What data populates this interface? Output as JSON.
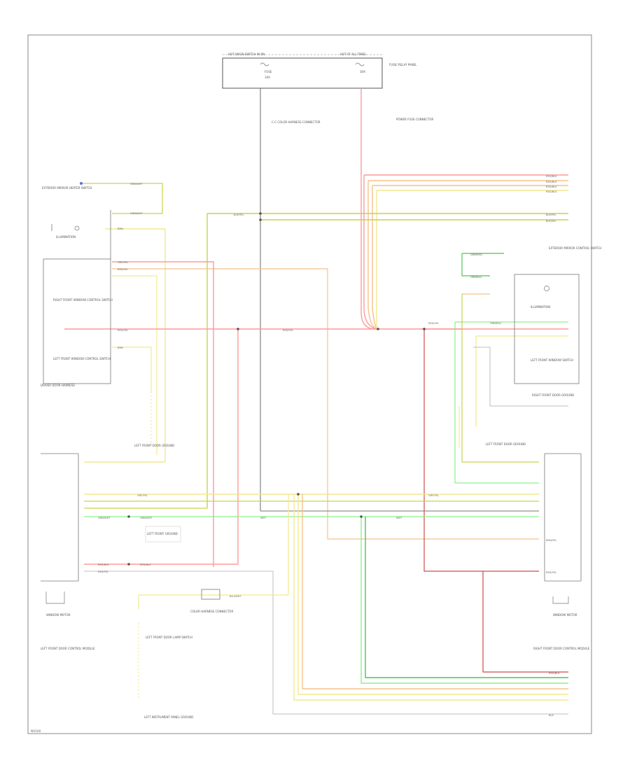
{
  "diagram": {
    "fuse_box": {
      "title_left": "HOT W/IGN SWITCH IN ON",
      "title_right": "HOT AT ALL TIMES",
      "fuse_left": "FUSE",
      "fuse_left_no": "10A",
      "fuse_right": "30A",
      "side_label": "FUSE/ RELAY PANEL"
    },
    "components": {
      "top_center_connector": "C-C COLOR HARNESS CONNECTOR",
      "top_right_connector": "POWER FUSE CONNECTOR",
      "top_left_switch": "EXTERIOR MIRROR HEATER SWITCH",
      "left_illumination": "ILLUMINATION",
      "left_window_switch": "RIGHT FRONT WINDOW CONTROL SWITCH",
      "left_window_switch2": "LEFT FRONT WINDOW CONTROL SWITCH",
      "left_harness": "DRIVER DOOR HARNESS",
      "left_ground": "LEFT FRONT DOOR GROUND",
      "right_switch": "EXTERIOR MIRROR CONTROL SWITCH",
      "right_illumination": "ILLUMINATION",
      "right_window_switch": "LEFT FRONT WINDOW SWITCH",
      "right_door_ground": "RIGHT FRONT DOOR GROUND",
      "right_ground": "LEFT FRONT DOOR GROUND",
      "left_door_module": "LEFT FRONT DOOR CONTROL MODULE",
      "left_door_motor": "WINDOW MOTOR",
      "center_connector": "COLOR HARNESS CONNECTOR",
      "center_lamp": "LEFT FRONT DOOR LAMP SWITCH",
      "left_ground_bottom": "LEFT INSTRUMENT PANEL GROUND",
      "right_door_module": "RIGHT FRONT DOOR CONTROL MODULE",
      "right_door_motor": "WINDOW MOTOR",
      "center_ground": "LEFT FRONT GROUND"
    },
    "wires": {
      "red": "RED",
      "red_yel": "RED/YEL",
      "blk_yel": "BLK/YEL",
      "grn_wht": "GRN/WHT",
      "grn_blu": "GRN/BLU",
      "grn_red": "GRN/RED",
      "brn": "BRN",
      "brn_yel": "BRN/YEL",
      "wht": "WHT",
      "blu_wht": "BLU/WHT",
      "gry_yel": "GRY/YEL",
      "red_blk": "RED/BLK",
      "blk": "BLK"
    },
    "footer_code": "W1100"
  },
  "colors": {
    "red": "#ff9a9a",
    "yellow": "#f2e98e",
    "orange": "#f5c28a",
    "olive": "#c9d24a",
    "green": "#8ef08e",
    "dark_green": "#4fc44f",
    "black": "#777777",
    "gray": "#bfbfbf",
    "dark_red": "#d04a4a",
    "blue": "#5c6fd6"
  }
}
